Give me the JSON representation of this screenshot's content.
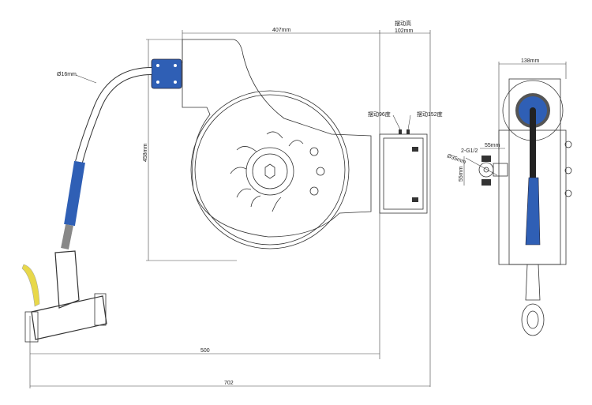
{
  "colors": {
    "hose_sleeve": "#2f5fb5",
    "handle": "#e8d84a",
    "line": "#333333",
    "dark_hose": "#222222",
    "bracket_gray": "#777777"
  },
  "labels": {
    "width_407": "407mm",
    "hose_diameter": "Ø16mm",
    "height_458": "458mm",
    "swing_height_title": "摆动高",
    "swing_height_value": "102mm",
    "swing_96": "摆动96度",
    "swing_152": "摆动152度",
    "length_500": "500",
    "length_702": "702",
    "side_width": "138mm",
    "thread": "2-G1/2",
    "inlet_width": "55mm",
    "inlet_diameter": "Ø35mm",
    "inlet_height": "55mm"
  }
}
